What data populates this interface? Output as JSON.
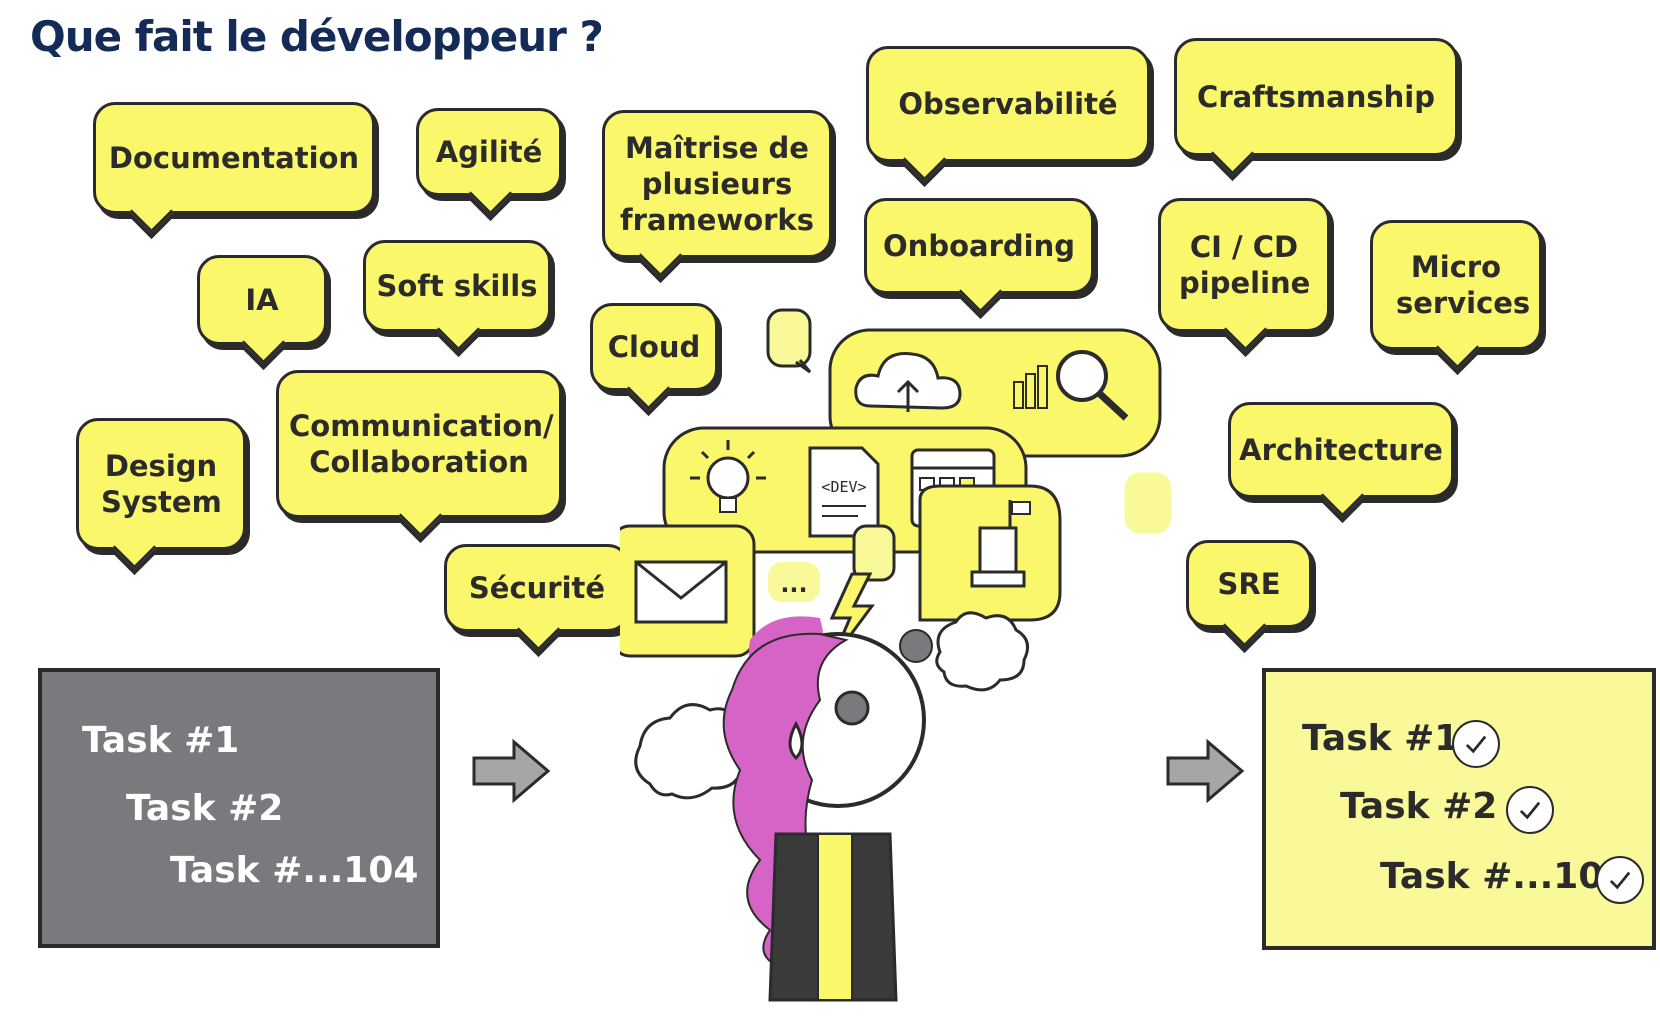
{
  "title": "Que fait le développeur ?",
  "bubbles": [
    "Documentation",
    "Agilité",
    "Maîtrise de plusieurs frameworks",
    "Observabilité",
    "Craftsmanship",
    "IA",
    "Soft skills",
    "Onboarding",
    "CI / CD pipeline",
    "Micro services",
    "Cloud",
    "Design System",
    "Communication/ Collaboration",
    "Architecture",
    "Sécurité",
    "SRE"
  ],
  "tasks_before": [
    "Task #1",
    "Task #2",
    "Task #...104"
  ],
  "tasks_after": [
    "Task #1",
    "Task #2",
    "Task #...104"
  ],
  "icons": {
    "dev_label": "<DEV>",
    "typing_dots": "..."
  },
  "colors": {
    "bubble_yellow": "#faf76b",
    "title_navy": "#142a57",
    "todo_gray": "#7a797e",
    "hair_magenta": "#d663c6"
  }
}
